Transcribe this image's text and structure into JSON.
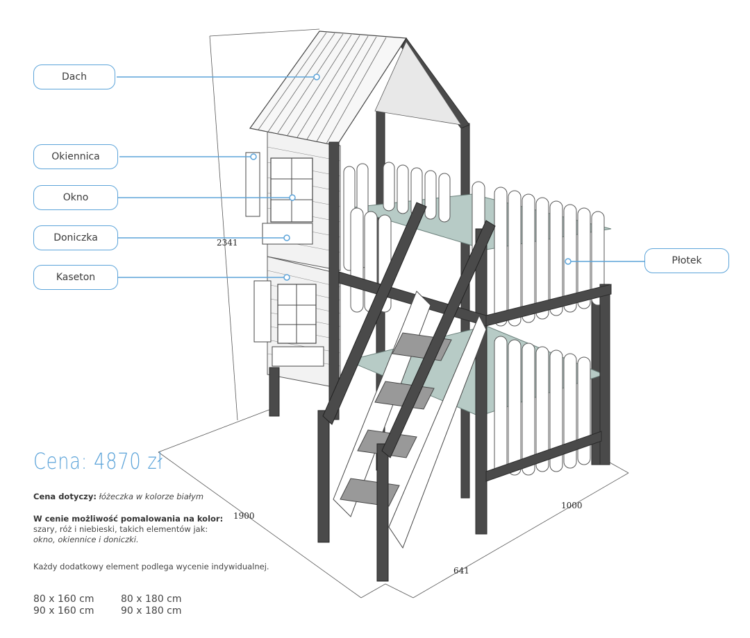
{
  "labels": {
    "dach": "Dach",
    "okiennica": "Okiennica",
    "okno": "Okno",
    "doniczka": "Doniczka",
    "kaseton": "Kaseton",
    "plotek": "Płotek"
  },
  "dimensions": {
    "height": "2341",
    "length": "1900",
    "width": "1000",
    "stairs": "641"
  },
  "price": {
    "title": "Cena: 4870 zł"
  },
  "info": {
    "price_applies_label": "Cena dotyczy:",
    "price_applies_value": "łóżeczka w kolorze białym",
    "color_option_label": "W cenie możliwość pomalowania na kolor:",
    "color_option_colors": "szary, róż i niebieski, takich elementów jak:",
    "color_option_elements": "okno, okiennice i doniczki.",
    "extra_note": "Każdy dodatkowy element podlega wycenie indywidualnej."
  },
  "sizes": [
    "80 x 160 cm",
    "80 x 180 cm",
    "90 x 160 cm",
    "90 x 180 cm"
  ],
  "colors": {
    "accent": "#5ba3d9",
    "frame": "#4a4a4a",
    "mattress": "#b7cbc6",
    "wood_white": "#ffffff"
  }
}
